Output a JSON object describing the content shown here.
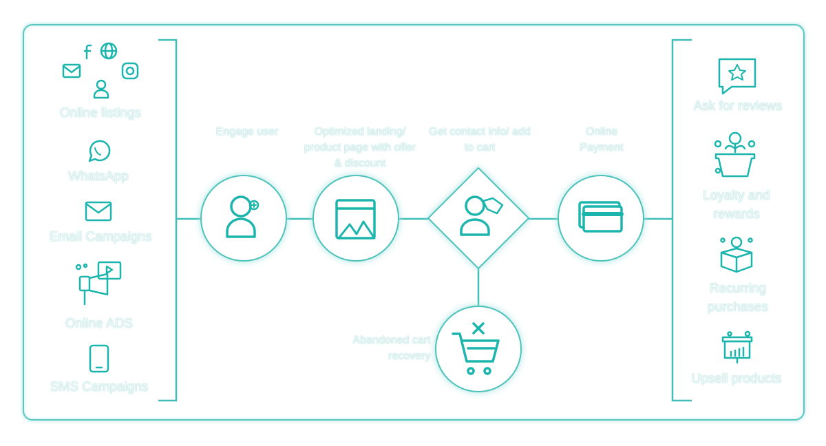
{
  "colors": {
    "accent": "#1bb5ad",
    "label": "#f3f5f5"
  },
  "left_channels": [
    {
      "label": "Online listings",
      "icons": [
        "facebook-icon",
        "globe-icon",
        "mail-icon",
        "instagram-icon",
        "user-icon"
      ]
    },
    {
      "label": "WhatsApp",
      "icon": "whatsapp-icon"
    },
    {
      "label": "Email Campaigns",
      "icon": "mail-icon"
    },
    {
      "label": "Online ADS",
      "icon": "megaphone-video-icon"
    },
    {
      "label": "SMS Campaigns",
      "icon": "smartphone-icon"
    }
  ],
  "steps": [
    {
      "label": "Engage user",
      "icon": "add-user-icon"
    },
    {
      "label": "Optimized landing/ product page with offer & discount",
      "icon": "webpage-image-icon"
    },
    {
      "label": "Get contact info/ add to cart",
      "icon": "user-tag-icon"
    },
    {
      "label": "Online Payment",
      "icon": "credit-card-icon"
    }
  ],
  "branch": {
    "label": "Abandoned cart recovery",
    "icon": "cart-remove-icon"
  },
  "right_outcomes": [
    {
      "label": "Ask for reviews",
      "icon": "star-chat-icon"
    },
    {
      "label": "Loyalty and rewards",
      "icon": "money-plant-icon"
    },
    {
      "label": "Recurring purchases",
      "icon": "box-coin-icon"
    },
    {
      "label": "Upsell products",
      "icon": "presentation-chart-icon"
    }
  ]
}
